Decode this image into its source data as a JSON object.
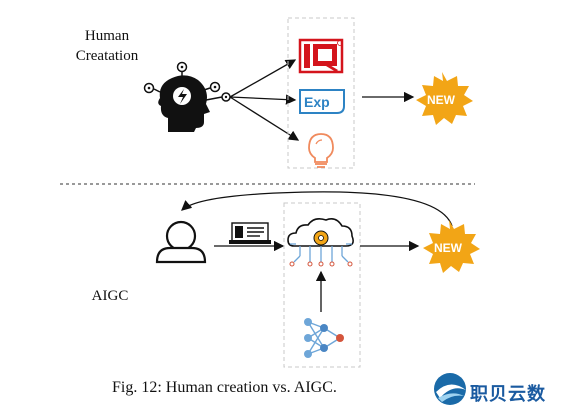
{
  "top_section": {
    "label": "Human\nCreatation",
    "icons": [
      "iq-icon",
      "exp-icon",
      "lightbulb-icon"
    ],
    "output_badge": "NEW"
  },
  "bottom_section": {
    "label": "AIGC",
    "output_badge": "NEW"
  },
  "caption": "Fig. 12: Human creation vs. AIGC.",
  "watermark": {
    "text": "职贝云数"
  },
  "colors": {
    "badge": "#f2a516",
    "iq": "#d4141c",
    "exp": "#2d83c4",
    "bulb": "#f08a5d",
    "network_blue": "#6ea6d8",
    "network_red": "#d4553c"
  }
}
